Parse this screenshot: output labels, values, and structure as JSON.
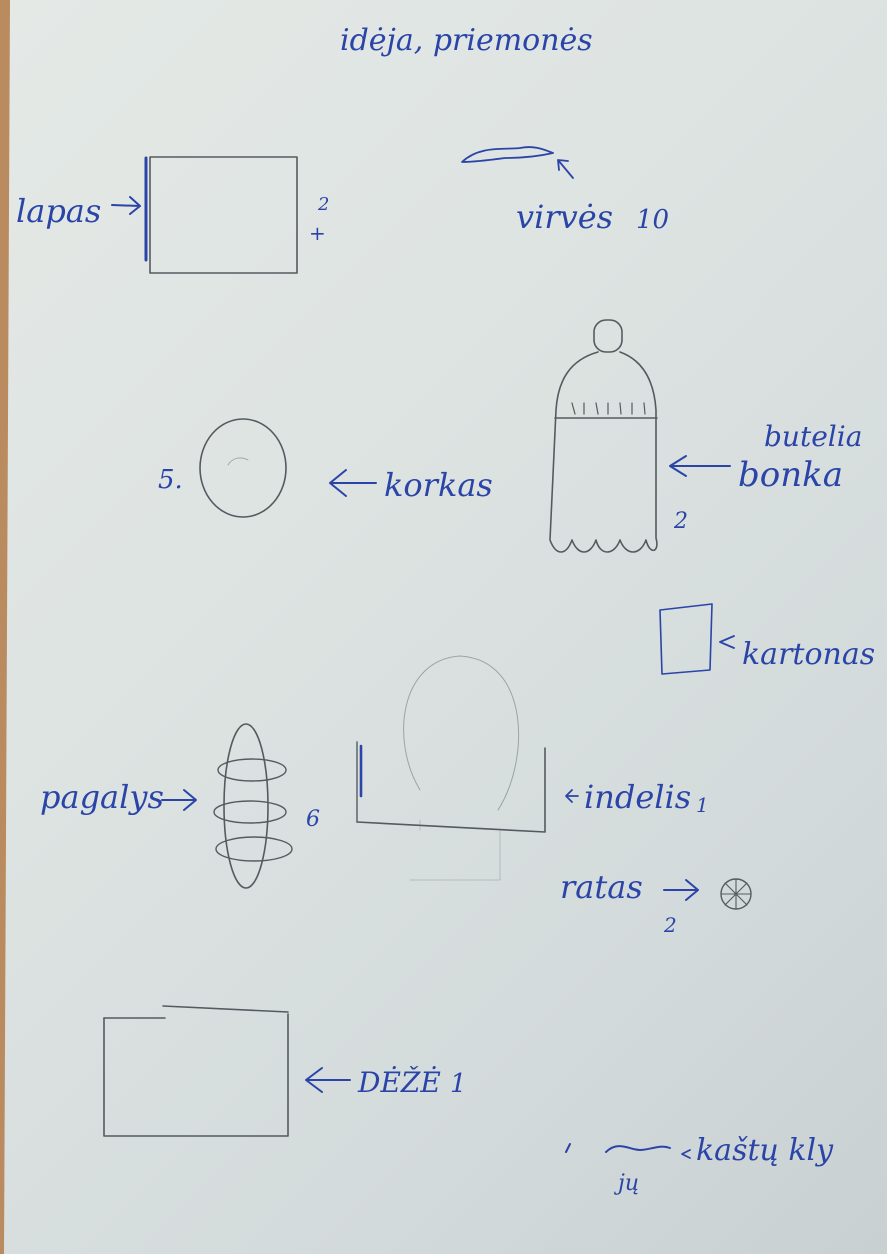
{
  "title": "idėja, priemonės",
  "items": {
    "lapas": {
      "label": "lapas",
      "count_top": "2",
      "count_bottom": "+"
    },
    "virves": {
      "label": "virvės",
      "count": "10"
    },
    "butelis": {
      "label_top": "butelia",
      "label": "bonka",
      "count": "2"
    },
    "korkas": {
      "label": "korkas",
      "count": "5."
    },
    "kartonas": {
      "label": "kartonas"
    },
    "pagalys": {
      "label": "pagalys",
      "count": "6"
    },
    "indelis": {
      "label": "indelis",
      "count": "1"
    },
    "ratas": {
      "label": "ratas",
      "count": "2"
    },
    "deze": {
      "label": "DĖŽĖ",
      "count": "1"
    },
    "kastu": {
      "label": "kaštų kly",
      "note": "jų"
    }
  },
  "colors": {
    "ink": "#2a44a8",
    "pencil": "#555a60",
    "paper": "#dfe5e3",
    "table": "#b98b5e"
  }
}
